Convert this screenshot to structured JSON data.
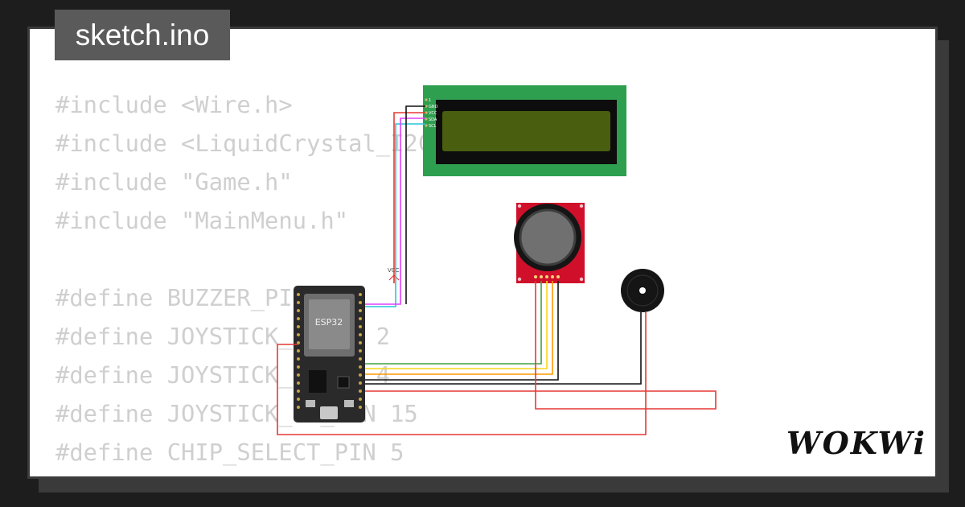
{
  "tab": {
    "filename": "sketch.ino"
  },
  "code": {
    "lines": [
      "#include <Wire.h>",
      "#include <LiquidCrystal_I2C.h>",
      "#include \"Game.h\"",
      "#include \"MainMenu.h\"",
      "",
      "#define BUZZER_PIN 25",
      "#define JOYSTICK_X_PIN 2",
      "#define JOYSTICK_Y_PIN 4",
      "#define JOYSTICK_SW_PIN 15",
      "#define CHIP_SELECT_PIN 5"
    ]
  },
  "circuit": {
    "mcu_label": "ESP32",
    "vcc_label": "VCC",
    "lcd_pins": [
      "1",
      "GND",
      "VCC",
      "SDA",
      "SCL"
    ],
    "wire_colors": {
      "power": "#e53935",
      "ground": "#111111",
      "sda": "#e040fb",
      "scl": "#26c6da",
      "vrx": "#f9d71c",
      "vry": "#43a047",
      "sw": "#ff9800"
    },
    "lcd_board_color": "#2e9e4f",
    "lcd_screen_color": "#4a5e10",
    "joystick_board_color": "#d0102a",
    "mcu_color": "#2a2a2a"
  },
  "brand": {
    "logo_text": "WOKWi"
  }
}
